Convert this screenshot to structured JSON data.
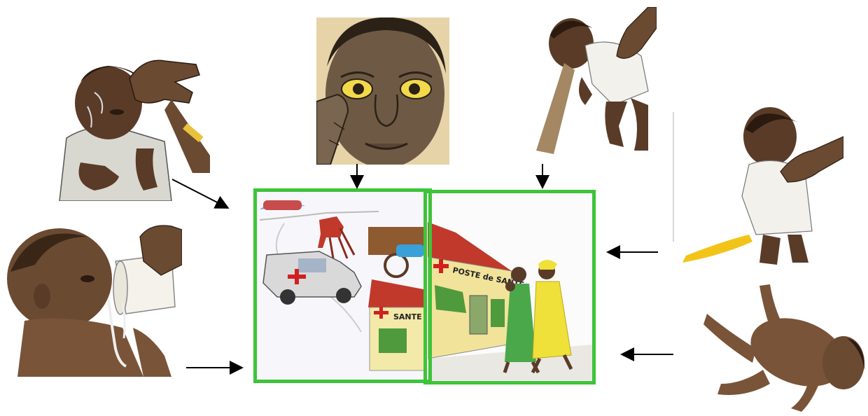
{
  "signs": [
    {
      "id": "fever",
      "description": "Child with fever / hot forehead"
    },
    {
      "id": "jaundice",
      "description": "Yellow eyes (jaundice)"
    },
    {
      "id": "vomiting",
      "description": "Child vomiting everything"
    },
    {
      "id": "refusing-to-drink",
      "description": "Child unable to drink or breastfeed"
    },
    {
      "id": "diarrhea",
      "description": "Child with diarrhoea"
    },
    {
      "id": "convulsions",
      "description": "Child with convulsions / lethargy"
    }
  ],
  "destination": {
    "transport_scene": "Ambulance and cart taking child to health post",
    "health_post_scene": "Mothers bringing child to health post",
    "sign_text_small": "SANTE",
    "sign_text_large": "POSTE de SANTE"
  },
  "colors": {
    "frame": "#3ec43a",
    "arrow": "#000000",
    "skin": "#6b4a32",
    "cross": "#d21f1f"
  }
}
